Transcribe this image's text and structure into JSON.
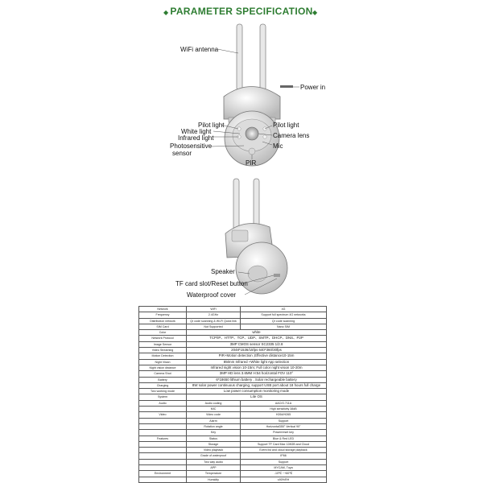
{
  "header": {
    "title": "PARAMETER SPECIFICATION",
    "lead_mark": "◆",
    "tail_mark": "◆"
  },
  "labels": {
    "wifi_antenna": "WiFi antenna",
    "power_in": "Power in",
    "pilot_light_left": "Pilot light",
    "white_light": "White light",
    "infrared_light": "Infrared light",
    "photosensitive_line1": "Photosensitive",
    "photosensitive_line2": "sensor",
    "pir": "PIR",
    "pilot_light_right": "Pilot light",
    "camera_lens": "Camera lens",
    "mic": "Mic",
    "speaker": "Speaker",
    "tf_card": "TF card slot/Reset button",
    "waterproof_cover": "Waterproof cover"
  },
  "specs": [
    {
      "c": "Network",
      "a": "WiFi",
      "b": "4G"
    },
    {
      "c": "Frequency",
      "a": "2.4GHz",
      "b": "Support full spectrum 4G networks"
    },
    {
      "c": "Distribution network",
      "a": "Qr code scanning & Wi-Fi Quick link",
      "b": "Qr code scanning"
    },
    {
      "c": "SIM Card",
      "a": "Not Supported",
      "b": "Nano SIM"
    },
    {
      "c": "Color",
      "v": "white"
    },
    {
      "c": "Network Protocol",
      "v": "TCP/IP、HTTP、TCP、UDP、SMTP、DHCP、DNS、P2P"
    },
    {
      "c": "Image Sensor",
      "v": "3MP CMOS sensor SC2335  1/2.8"
    },
    {
      "c": "Video Streaming",
      "v": "2048*1536/15fps  640*360/30fps"
    },
    {
      "c": "Motion Detection",
      "v": "PIR+Motion detection ,Effective distance10-15m"
    },
    {
      "c": "Night Vision",
      "v": "850nm Infrared +White light     App selection"
    },
    {
      "c": "Night vision distance",
      "v": "Infrared night vision 10-15m; Full color night vision 10-20m"
    },
    {
      "c": "Camera Shot",
      "v": "3MP HD lens 3.6MM       H:54 horizontal FOV 110°"
    },
    {
      "c": "Battery",
      "v": "6*18650 lithium battery ,  Solar rechargeable battery"
    },
    {
      "c": "Charging",
      "v": "8W solar power continuous charging, support USB port about 18 hours full charge"
    },
    {
      "c": "Two working mode",
      "v": "Low power consumption monitoring mode"
    },
    {
      "c": "System",
      "v": "Lite OS"
    },
    {
      "c": "Audio",
      "s": "Audio coding",
      "v": "AAC/G.711A"
    },
    {
      "c": "",
      "s": "MIC",
      "v": "High sensitivity 38dB"
    },
    {
      "c": "Video",
      "s": "Video code",
      "v": "H264/H265"
    },
    {
      "c": "",
      "s": "Alarm",
      "v": "Support"
    },
    {
      "c": "",
      "s": "Rotation angle",
      "v": "Horizontal355°  Vertical  90°"
    },
    {
      "c": "",
      "s": "Key",
      "v": "Power/reset key"
    },
    {
      "c": "Features",
      "s": "Status",
      "v": "Blue & Red LED"
    },
    {
      "c": "",
      "s": "Storage",
      "v": "Support TF Card Max 128GB and Cloud"
    },
    {
      "c": "",
      "s": "Video playback",
      "v": "Event list and cloud storage playback"
    },
    {
      "c": "",
      "s": "Grade of waterproof",
      "v": "IP66"
    },
    {
      "c": "",
      "s": "Two way audio",
      "v": "Support"
    },
    {
      "c": "",
      "s": "APP",
      "v": "MYCAM, Tuya"
    },
    {
      "c": "Environment",
      "s": "Temperature",
      "v": "-10℃ ~+60℃"
    },
    {
      "c": "",
      "s": "Humidity",
      "v": "≤90%RH"
    }
  ]
}
